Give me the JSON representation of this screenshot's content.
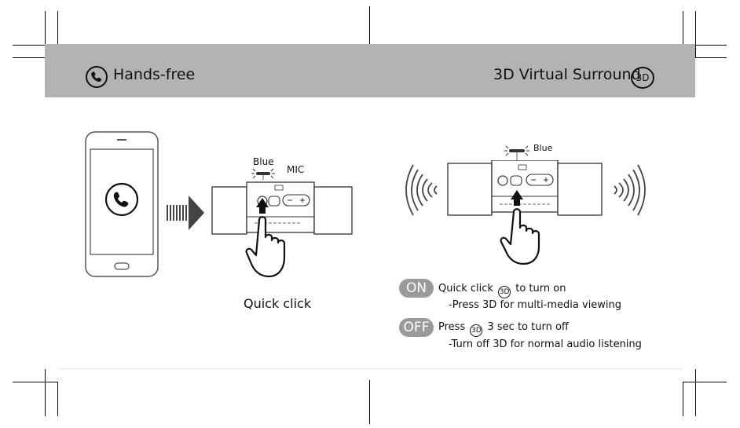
{
  "header": {
    "left_title": "Hands-free",
    "left_icon": "phone-icon",
    "right_title": "3D Virtual Surround",
    "right_badge": "3D"
  },
  "handsfree": {
    "label_blue": "Blue",
    "label_mic": "MIC",
    "caption": "Quick click"
  },
  "surround": {
    "label_blue": "Blue",
    "on": {
      "badge": "ON",
      "pre": "Quick click",
      "icon": "3D",
      "post": "to turn on",
      "sub": "-Press 3D for multi-media viewing"
    },
    "off": {
      "badge": "OFF",
      "pre": "Press",
      "icon": "3D",
      "post": "3 sec to turn off",
      "sub": "-Turn off 3D for normal audio listening"
    }
  },
  "colors": {
    "header_band": "#b3b3b3",
    "badge": "#9a9a9a",
    "line": "#111111"
  }
}
